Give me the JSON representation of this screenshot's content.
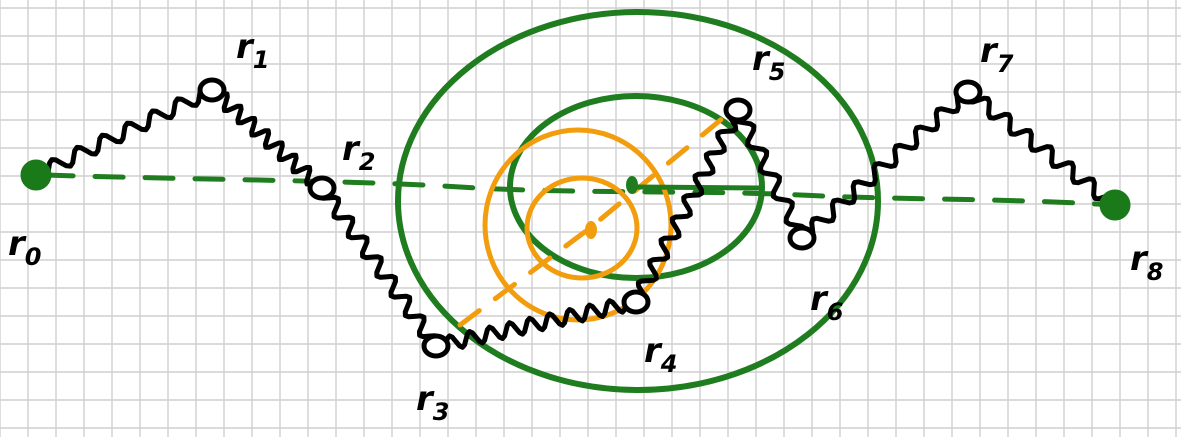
{
  "colors": {
    "paper": "#ffffff",
    "grid": "#cfcfcf",
    "chain": "#000000",
    "end_points": "#1a7a1a",
    "green_circles": "#1f7d1f",
    "orange_circles": "#f29d0d",
    "dashed_line": "#1f7d1f"
  },
  "labels": [
    {
      "id": "r0",
      "base": "r",
      "sub": "0"
    },
    {
      "id": "r1",
      "base": "r",
      "sub": "1"
    },
    {
      "id": "r2",
      "base": "r",
      "sub": "2"
    },
    {
      "id": "r3",
      "base": "r",
      "sub": "3"
    },
    {
      "id": "r4",
      "base": "r",
      "sub": "4"
    },
    {
      "id": "r5",
      "base": "r",
      "sub": "5"
    },
    {
      "id": "r6",
      "base": "r",
      "sub": "6"
    },
    {
      "id": "r7",
      "base": "r",
      "sub": "7"
    },
    {
      "id": "r8",
      "base": "r",
      "sub": "8"
    }
  ],
  "icons": {
    "bead": "open-circle",
    "endpoint": "filled-circle",
    "bond": "zigzag-spring"
  }
}
